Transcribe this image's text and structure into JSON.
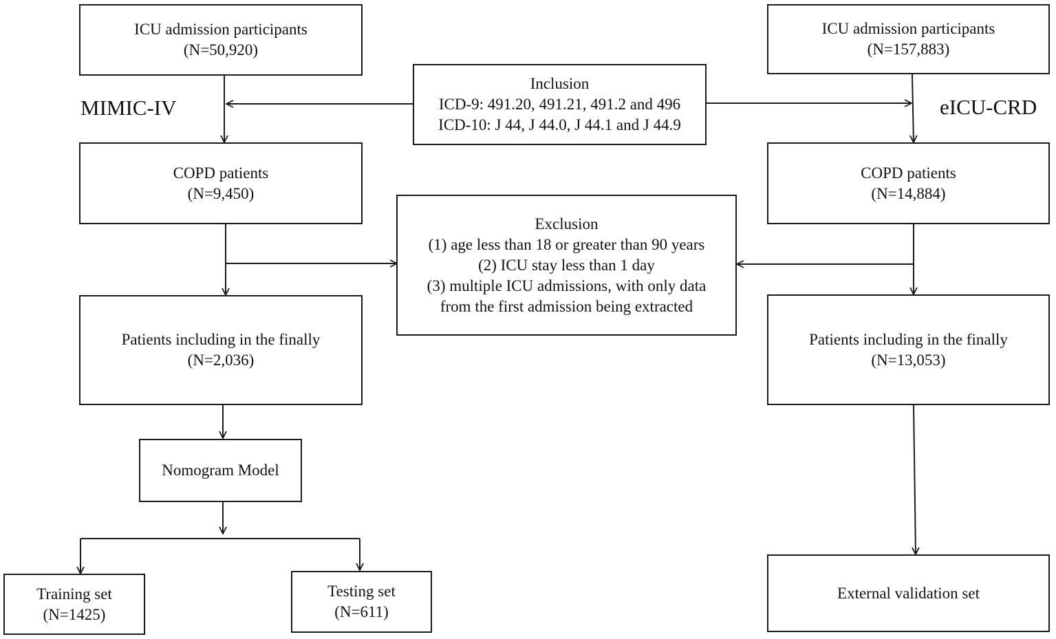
{
  "left": {
    "database_label": "MIMIC-IV",
    "admission": {
      "title": "ICU admission participants",
      "count": "(N=50,920)"
    },
    "copd": {
      "title": "COPD patients",
      "count": "(N=9,450)"
    },
    "final": {
      "title": "Patients including in the finally",
      "count": "(N=2,036)"
    },
    "model": {
      "title": "Nomogram Model"
    },
    "training": {
      "title": "Training set",
      "count": "(N=1425)"
    },
    "testing": {
      "title": "Testing set",
      "count": "(N=611)"
    }
  },
  "right": {
    "database_label": "eICU-CRD",
    "admission": {
      "title": "ICU admission participants",
      "count": "(N=157,883)"
    },
    "copd": {
      "title": "COPD patients",
      "count": "(N=14,884)"
    },
    "final": {
      "title": "Patients including in the finally",
      "count": "(N=13,053)"
    },
    "validation": {
      "title": "External validation set"
    }
  },
  "inclusion": {
    "title": "Inclusion",
    "lines": [
      "ICD-9: 491.20, 491.21, 491.2 and 496",
      "ICD-10: J 44, J 44.0, J 44.1 and J 44.9"
    ]
  },
  "exclusion": {
    "title": "Exclusion",
    "lines": [
      "(1) age less than 18 or greater than 90 years",
      "(2) ICU stay less than 1 day",
      "(3) multiple ICU admissions, with only data",
      "from the first admission being extracted"
    ]
  },
  "colors": {
    "line": "#1a1a1a",
    "background": "#ffffff"
  }
}
